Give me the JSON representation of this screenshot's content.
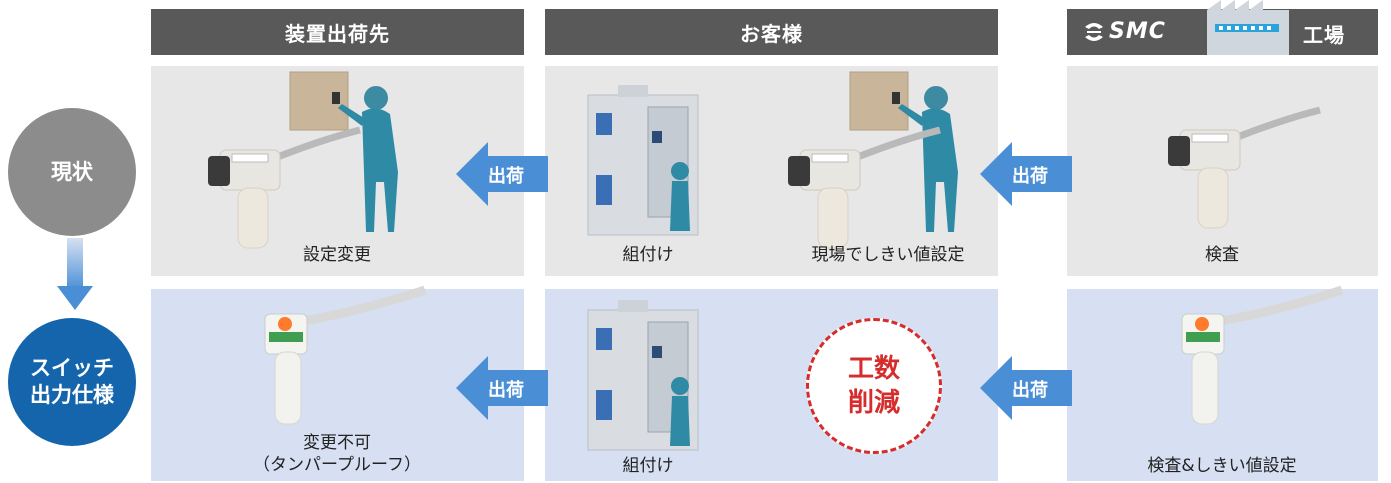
{
  "headers": {
    "destination": "装置出荷先",
    "customer": "お客様",
    "smc_logo": "SMC",
    "factory": "工場"
  },
  "rows": {
    "current": "現状",
    "switch_output_line1": "スイッチ",
    "switch_output_line2": "出力仕様"
  },
  "captions": {
    "setting_change": "設定変更",
    "assembly_top": "組付け",
    "onsite_threshold": "現場でしきい値設定",
    "inspection": "検査",
    "no_change_line1": "変更不可",
    "no_change_line2": "（タンパープルーフ）",
    "assembly_bottom": "組付け",
    "inspection_threshold": "検査&しきい値設定"
  },
  "arrows": {
    "ship_label": "出荷"
  },
  "badge": {
    "line1": "工数",
    "line2": "削減"
  },
  "colors": {
    "header_bg": "#595959",
    "gray_panel": "#e7e7e7",
    "blue_panel": "#d6e0f2",
    "arrow_blue": "#4a8fd6",
    "current_circle": "#8c8c8c",
    "switch_circle": "#1565ad",
    "badge_red": "#d62c2c"
  }
}
